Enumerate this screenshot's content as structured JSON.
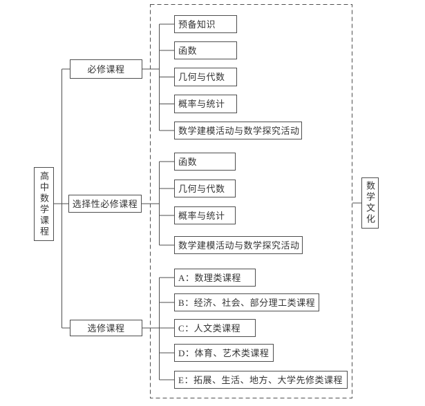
{
  "diagram": {
    "background": "#ffffff",
    "line_color": "#4d4d4d",
    "text_color": "#333333",
    "root": {
      "label": "高中数学课程"
    },
    "branches": [
      {
        "label": "必修课程",
        "children": [
          "预备知识",
          "函数",
          "几何与代数",
          "概率与统计",
          "数学建模活动与数学探究活动"
        ]
      },
      {
        "label": "选择性必修课程",
        "children": [
          "函数",
          "几何与代数",
          "概率与统计",
          "数学建模活动与数学探究活动"
        ]
      },
      {
        "label": "选修课程",
        "children": [
          "A：数理类课程",
          "B：经济、社会、部分理工类课程",
          "C：人文类课程",
          "D：体育、艺术类课程",
          "E：拓展、生活、地方、大学先修类课程"
        ]
      }
    ],
    "side_label": {
      "label": "数学文化"
    }
  }
}
